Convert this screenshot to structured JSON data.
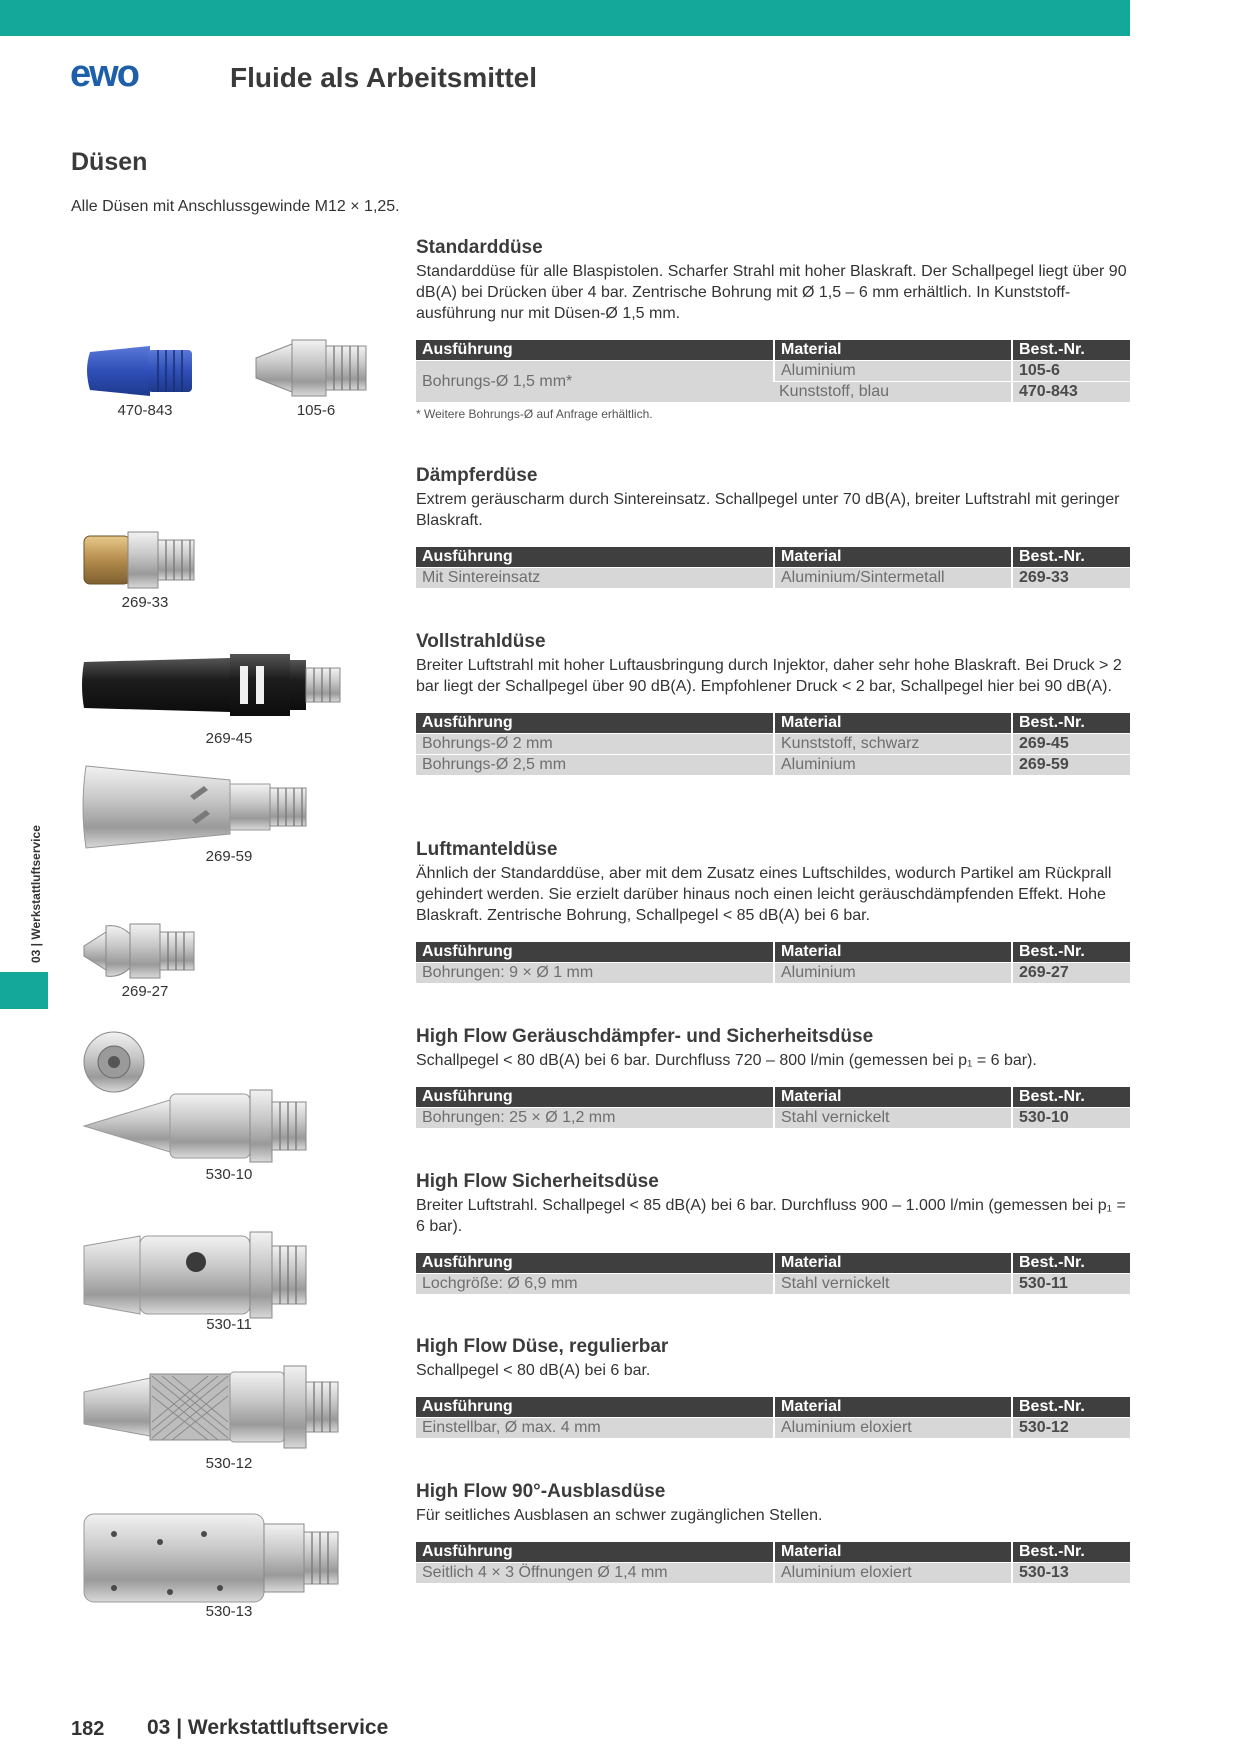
{
  "header": {
    "brand": "ewo",
    "title": "Fluide als Arbeitsmittel",
    "accent_color": "#14a89b",
    "logo_color": "#1d5fa8"
  },
  "section": {
    "title": "Düsen",
    "intro": "Alle Düsen mit Anschlussgewinde M12 × 1,25."
  },
  "table_headers": {
    "col1": "Ausführung",
    "col2": "Material",
    "col3": "Best.-Nr."
  },
  "products": [
    {
      "title": "Standarddüse",
      "desc": "Standarddüse für alle Blaspistolen. Scharfer Strahl mit hoher Blaskraft. Der Schallpegel liegt über 90 dB(A) bei Drücken über 4 bar. Zentrische Bohrung mit Ø 1,5 – 6 mm erhältlich. In Kunststoff-ausführung nur mit Düsen-Ø 1,5 mm.",
      "rows": [
        {
          "ausfuehrung": "Bohrungs-Ø 1,5 mm*",
          "material": "Aluminium",
          "nr": "105-6"
        },
        {
          "ausfuehrung": "",
          "material": "Kunststoff, blau",
          "nr": "470-843"
        }
      ],
      "footnote": "* Weitere Bohrungs-Ø auf Anfrage erhältlich."
    },
    {
      "title": "Dämpferdüse",
      "desc": "Extrem geräuscharm durch Sintereinsatz. Schallpegel unter 70 dB(A), breiter Luftstrahl mit geringer Blaskraft.",
      "rows": [
        {
          "ausfuehrung": "Mit Sintereinsatz",
          "material": "Aluminium/Sintermetall",
          "nr": "269-33"
        }
      ]
    },
    {
      "title": "Vollstrahldüse",
      "desc": "Breiter Luftstrahl mit hoher Luftausbringung durch Injektor, daher sehr hohe Blaskraft. Bei Druck > 2 bar liegt der Schallpegel über 90 dB(A). Empfohlener Druck < 2 bar, Schallpegel hier bei 90 dB(A).",
      "rows": [
        {
          "ausfuehrung": "Bohrungs-Ø 2 mm",
          "material": "Kunststoff, schwarz",
          "nr": "269-45"
        },
        {
          "ausfuehrung": "Bohrungs-Ø 2,5 mm",
          "material": "Aluminium",
          "nr": "269-59"
        }
      ]
    },
    {
      "title": "Luftmanteldüse",
      "desc": "Ähnlich der Standarddüse, aber mit dem Zusatz eines Luftschildes, wodurch Partikel am Rückprall gehindert werden. Sie erzielt darüber hinaus noch einen leicht geräuschdämpfenden Effekt. Hohe Blaskraft. Zentrische Bohrung, Schallpegel < 85 dB(A) bei 6 bar.",
      "rows": [
        {
          "ausfuehrung": "Bohrungen: 9 × Ø 1 mm",
          "material": "Aluminium",
          "nr": "269-27"
        }
      ]
    },
    {
      "title": "High Flow Geräuschdämpfer- und Sicherheitsdüse",
      "desc": "Schallpegel < 80 dB(A) bei 6 bar. Durchfluss 720 – 800 l/min (gemessen bei p₁ = 6 bar).",
      "rows": [
        {
          "ausfuehrung": "Bohrungen: 25 × Ø 1,2 mm",
          "material": "Stahl vernickelt",
          "nr": "530-10"
        }
      ]
    },
    {
      "title": "High Flow Sicherheitsdüse",
      "desc": "Breiter Luftstrahl. Schallpegel < 85 dB(A) bei 6 bar. Durchfluss 900 – 1.000 l/min (gemessen bei p₁ = 6 bar).",
      "rows": [
        {
          "ausfuehrung": "Lochgröße: Ø 6,9 mm",
          "material": "Stahl vernickelt",
          "nr": "530-11"
        }
      ]
    },
    {
      "title": "High Flow Düse, regulierbar",
      "desc": "Schallpegel < 80 dB(A) bei 6 bar.",
      "rows": [
        {
          "ausfuehrung": "Einstellbar, Ø max. 4 mm",
          "material": "Aluminium eloxiert",
          "nr": "530-12"
        }
      ]
    },
    {
      "title": "High Flow 90°-Ausblasdüse",
      "desc": "Für seitliches Ausblasen an schwer zugänglichen Stellen.",
      "rows": [
        {
          "ausfuehrung": "Seitlich 4 × 3 Öffnungen Ø 1,4 mm",
          "material": "Aluminium eloxiert",
          "nr": "530-13"
        }
      ]
    }
  ],
  "captions": [
    "470-843",
    "105-6",
    "269-33",
    "269-45",
    "269-59",
    "269-27",
    "530-10",
    "530-11",
    "530-12",
    "530-13"
  ],
  "sidebar": {
    "label": "03 | Werkstattluftservice"
  },
  "footer": {
    "page_number": "182",
    "chapter": "03 | Werkstattluftservice"
  }
}
